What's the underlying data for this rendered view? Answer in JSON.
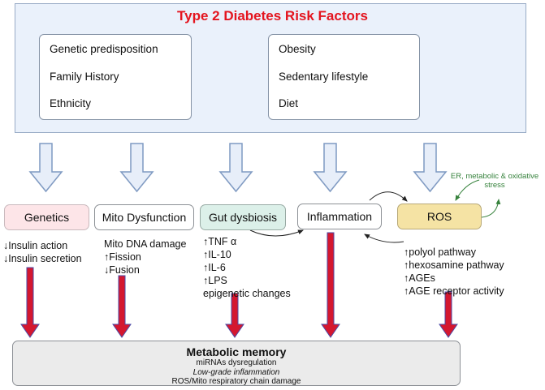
{
  "title": "Type 2 Diabetes Risk Factors",
  "risk_factors": {
    "left": [
      "Genetic predisposition",
      "Family History",
      "Ethnicity"
    ],
    "right": [
      "Obesity",
      "Sedentary lifestyle",
      "Diet"
    ]
  },
  "mechanisms": {
    "genetics": "Genetics",
    "mito": "Mito Dysfunction",
    "gut": "Gut dysbiosis",
    "inflammation": "Inflammation",
    "ros": "ROS"
  },
  "notes": {
    "genetics": [
      "↓Insulin action",
      "↓Insulin secretion"
    ],
    "mito": [
      "Mito DNA damage",
      "↑Fission",
      "↓Fusion"
    ],
    "gut": [
      "↑TNF α",
      "↑IL-10",
      "↑IL-6",
      "↑LPS",
      "epigenetic changes"
    ],
    "ros": [
      "↑polyol pathway",
      "↑hexosamine pathway",
      "↑AGEs",
      "↑AGE receptor activity"
    ]
  },
  "er_stress": "ER, metabolic & oxidative stress",
  "memory": {
    "title": "Metabolic memory",
    "lines": [
      "miRNAs dysregulation",
      "Low-grade inflammation",
      "ROS/Mito respiratory chain damage"
    ]
  },
  "colors": {
    "title": "#e4151f",
    "down_arrow_fill": "#e7eef9",
    "down_arrow_stroke": "#7f9ac2",
    "red_arrow_fill": "#d4172f",
    "red_arrow_stroke": "#4b4aa6",
    "er_stress": "#36823c"
  }
}
